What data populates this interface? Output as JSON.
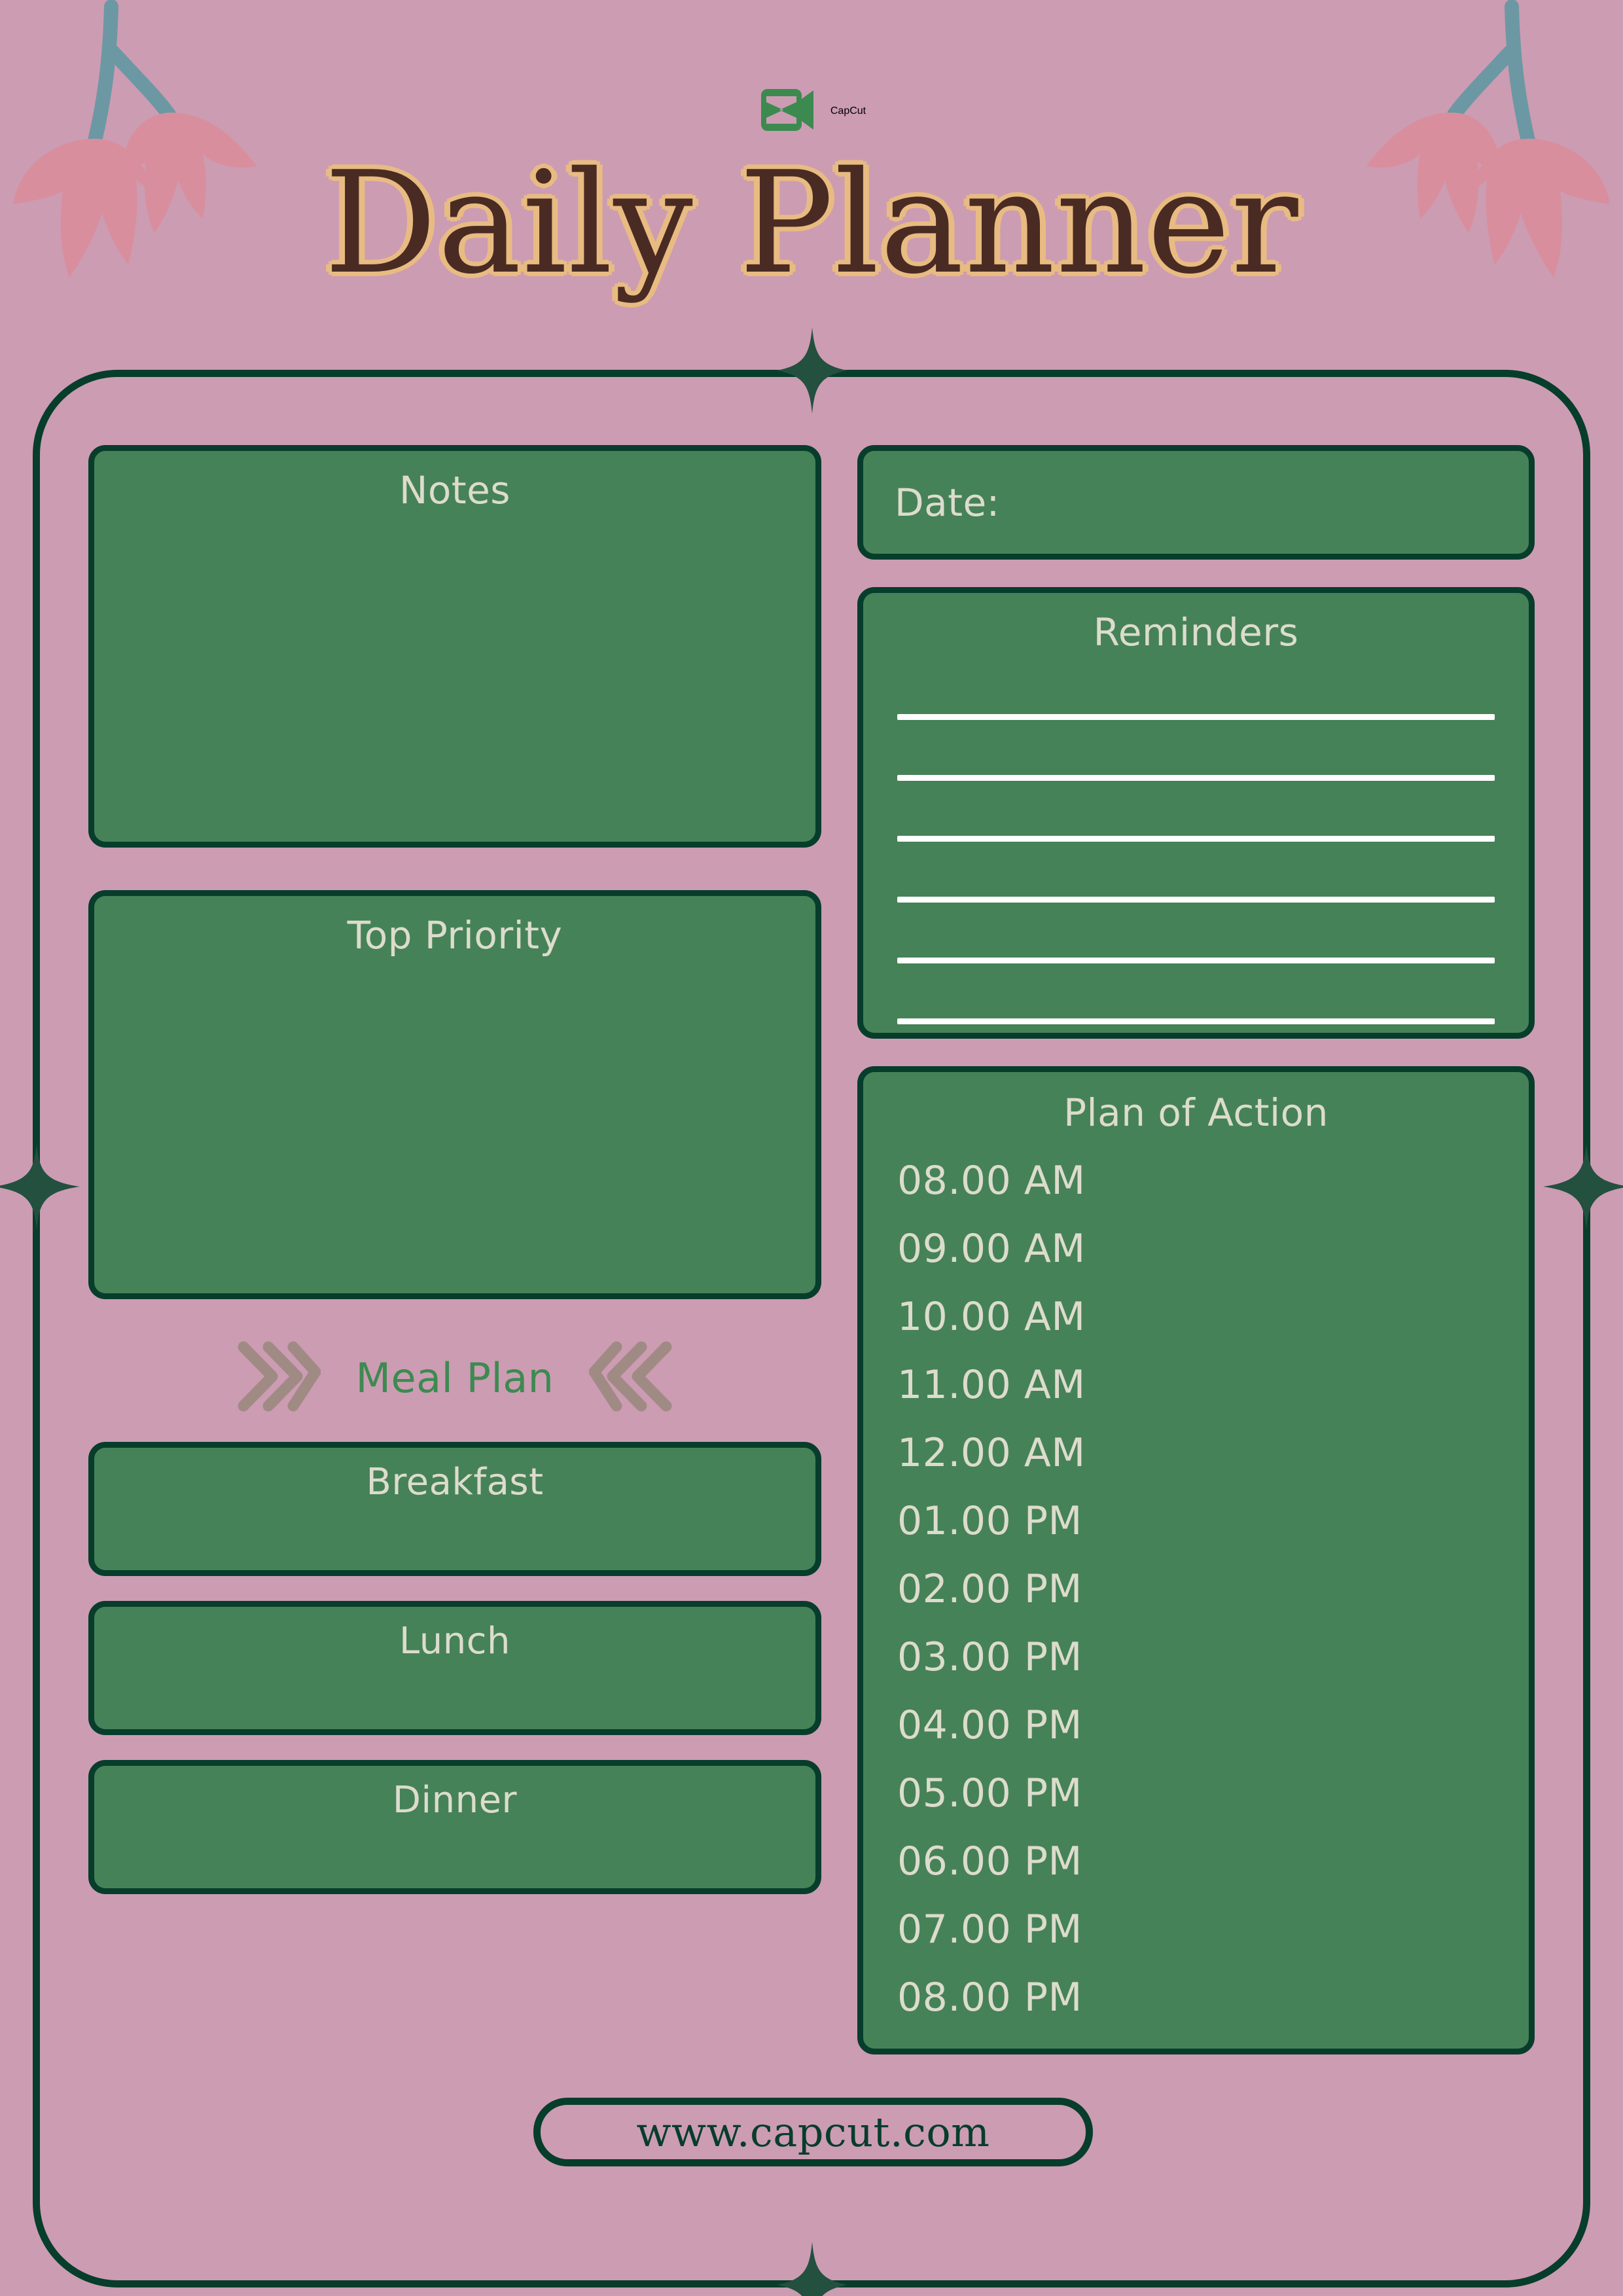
{
  "brand": {
    "name": "CapCut",
    "logo_icon": "capcut-logo-icon",
    "color": "#3d8a51"
  },
  "title": "Daily Planner",
  "theme": {
    "background": "#cc9cb3",
    "card_fill": "#468257",
    "card_border": "#073d2b",
    "text_cream": "#dcdccd",
    "title_fill": "#4a2b23",
    "title_outline": "#e8bb82",
    "flower_petal": "#d98e9d",
    "flower_stem": "#6c98a3",
    "chevron": "#a08b84",
    "accent_green": "#3d8a51",
    "line_white": "#ffffff"
  },
  "left_column": {
    "notes": {
      "title": "Notes"
    },
    "top_priority": {
      "title": "Top Priority"
    },
    "meal_plan": {
      "title": "Meal Plan",
      "left_icon": "chevrons-right-icon",
      "right_icon": "chevrons-left-icon",
      "meals": [
        {
          "label": "Breakfast"
        },
        {
          "label": "Lunch"
        },
        {
          "label": "Dinner"
        }
      ]
    }
  },
  "right_column": {
    "date": {
      "label": "Date:"
    },
    "reminders": {
      "title": "Reminders",
      "line_count": 6
    },
    "plan_of_action": {
      "title": "Plan of Action",
      "times": [
        "08.00 AM",
        "09.00 AM",
        "10.00 AM",
        "11.00 AM",
        "12.00 AM",
        "01.00 PM",
        "02.00 PM",
        "03.00 PM",
        "04.00 PM",
        "05.00 PM",
        "06.00 PM",
        "07.00 PM",
        "08.00 PM"
      ]
    }
  },
  "footer": {
    "url": "www.capcut.com"
  },
  "decorations": {
    "flower_left_icon": "tulip-pair-icon",
    "flower_right_icon": "tulip-pair-icon",
    "sparkle_icon": "four-point-star-icon",
    "sparkle_count": 4
  }
}
